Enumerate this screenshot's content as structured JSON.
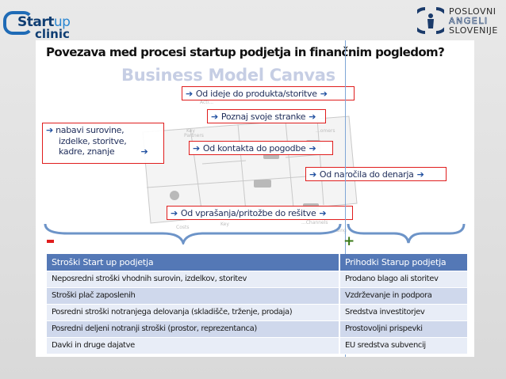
{
  "logos": {
    "startup": {
      "line1": "Start",
      "line1_accent": "up",
      "line2": "clinic"
    },
    "angels": {
      "line1": "POSLOVNI",
      "line2": "ANGELI",
      "line3": "SLOVENIJE"
    }
  },
  "slide": {
    "title": "Povezava med procesi startup podjetja in finančnim pogledom?",
    "bmc_title": "Business Model Canvas",
    "canvas_labels": [
      "Acti...",
      "Key",
      "Partners",
      "...omers",
      "Costs",
      "Key",
      "...Channels",
      "...ding"
    ],
    "process_boxes": [
      {
        "text": "Od ideje do produkta/storitve"
      },
      {
        "text": "Poznaj svoje stranke"
      },
      {
        "text": "Od kontakta do pogodbe"
      },
      {
        "text": "Od naročila do denarja"
      },
      {
        "text": "Od vprašanja/pritožbe do rešitve"
      }
    ],
    "left_box": {
      "line1": "nabavi surovine,",
      "line2": "izdelke, storitve,",
      "line3": "kadre, znanje"
    },
    "arrow_glyph": "➔",
    "minus_label": "-",
    "plus_label": "+",
    "table": {
      "headers": [
        "Stroški Start up podjetja",
        "Prihodki Starup podjetja"
      ],
      "rows": [
        [
          "Neposredni stroški vhodnih surovin, izdelkov, storitev",
          "Prodano blago ali storitev"
        ],
        [
          "Stroški plač zaposlenih",
          "Vzdrževanje in podpora"
        ],
        [
          "Posredni stroški notranjega delovanja  (skladišče, trženje, prodaja)",
          "Sredstva investitorjev"
        ],
        [
          "Posredni deljeni notranji stroški (prostor, reprezentanca)",
          "Prostovoljni prispevki"
        ],
        [
          "Davki in druge dajatve",
          "EU sredstva subvencij"
        ]
      ]
    }
  },
  "colors": {
    "accent_blue": "#1f4fa0",
    "box_border_red": "#e01d1d",
    "table_header": "#5478b6",
    "plus_green": "#3a7a18"
  }
}
